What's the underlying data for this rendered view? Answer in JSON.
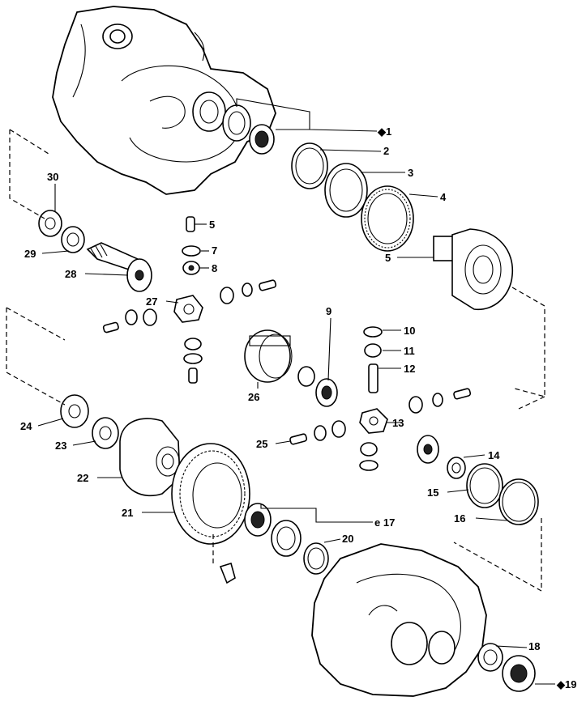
{
  "diagram": {
    "parts": [
      {
        "id": "p1",
        "text": "◆1"
      },
      {
        "id": "p2",
        "text": "2"
      },
      {
        "id": "p3",
        "text": "3"
      },
      {
        "id": "p4",
        "text": "4"
      },
      {
        "id": "p5a",
        "text": "5"
      },
      {
        "id": "p5b",
        "text": "5"
      },
      {
        "id": "p7",
        "text": "7"
      },
      {
        "id": "p8",
        "text": "8"
      },
      {
        "id": "p9",
        "text": "9"
      },
      {
        "id": "p10",
        "text": "10"
      },
      {
        "id": "p11",
        "text": "11"
      },
      {
        "id": "p12",
        "text": "12"
      },
      {
        "id": "p13",
        "text": "13"
      },
      {
        "id": "p14",
        "text": "14"
      },
      {
        "id": "p15",
        "text": "15"
      },
      {
        "id": "p16",
        "text": "16"
      },
      {
        "id": "p17",
        "text": "e 17"
      },
      {
        "id": "p18",
        "text": "18"
      },
      {
        "id": "p19",
        "text": "◆19"
      },
      {
        "id": "p20",
        "text": "20"
      },
      {
        "id": "p21",
        "text": "21"
      },
      {
        "id": "p22",
        "text": "22"
      },
      {
        "id": "p23",
        "text": "23"
      },
      {
        "id": "p24",
        "text": "24"
      },
      {
        "id": "p25",
        "text": "25"
      },
      {
        "id": "p26",
        "text": "26"
      },
      {
        "id": "p27",
        "text": "27"
      },
      {
        "id": "p28",
        "text": "28"
      },
      {
        "id": "p29",
        "text": "29"
      },
      {
        "id": "p30",
        "text": "30"
      }
    ]
  }
}
